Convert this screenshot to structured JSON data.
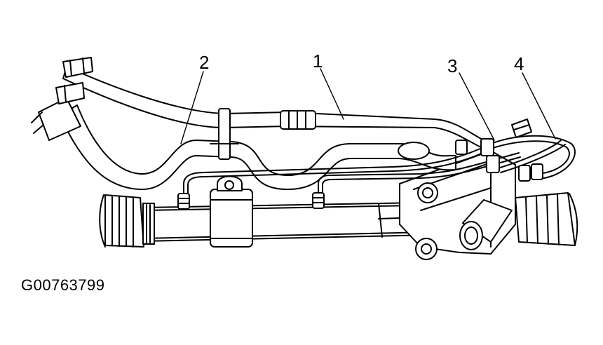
{
  "figure_id": "G00763799",
  "callouts": [
    {
      "number": "1"
    },
    {
      "number": "2"
    },
    {
      "number": "3"
    },
    {
      "number": "4"
    }
  ]
}
